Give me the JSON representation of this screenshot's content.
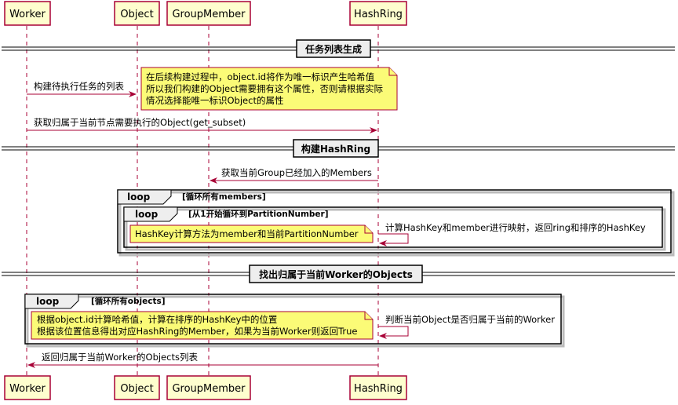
{
  "participants": [
    {
      "name": "Worker"
    },
    {
      "name": "Object"
    },
    {
      "name": "GroupMember"
    },
    {
      "name": "HashRing"
    }
  ],
  "separators": [
    {
      "label": "任务列表生成"
    },
    {
      "label": "构建HashRing"
    },
    {
      "label": "找出归属于当前Worker的Objects"
    }
  ],
  "messages": [
    {
      "from": "Worker",
      "to": "Object",
      "label": "构建待执行任务的列表"
    },
    {
      "from": "Worker",
      "to": "HashRing",
      "label": "获取归属于当前节点需要执行的Object(get_subset)"
    },
    {
      "from": "HashRing",
      "to": "GroupMember",
      "label": "获取当前Group已经加入的Members"
    },
    {
      "from": "HashRing",
      "to": "HashRing",
      "label": "计算HashKey和member进行映射，返回ring和排序的HashKey"
    },
    {
      "from": "HashRing",
      "to": "HashRing",
      "label": "判断当前Object是否归属于当前的Worker"
    },
    {
      "from": "HashRing",
      "to": "Worker",
      "label": "返回归属于当前Worker的Objects列表"
    }
  ],
  "notes": [
    {
      "lines": [
        "在后续构建过程中，object.id将作为唯一标识产生哈希值",
        "所以我们构建的Object需要拥有这个属性，否则请根据实际",
        "情况选择能唯一标识Object的属性"
      ]
    },
    {
      "lines": [
        "HashKey计算方法为member和当前PartitionNumber"
      ]
    },
    {
      "lines": [
        "根据object.id计算哈希值，计算在排序的HashKey中的位置",
        "根据该位置信息得出对应HashRing的Member，如果为当前Worker则返回True"
      ]
    }
  ],
  "loops": [
    {
      "keyword": "loop",
      "condition": "[循环所有members]"
    },
    {
      "keyword": "loop",
      "condition": "[从1开始循环到PartitionNumber]"
    },
    {
      "keyword": "loop",
      "condition": "[循环所有objects]"
    }
  ],
  "colors": {
    "participant_fill": "#FEFECE",
    "border": "#A80036",
    "note_fill": "#FBFB77",
    "separator_fill": "#EEEEEE"
  }
}
